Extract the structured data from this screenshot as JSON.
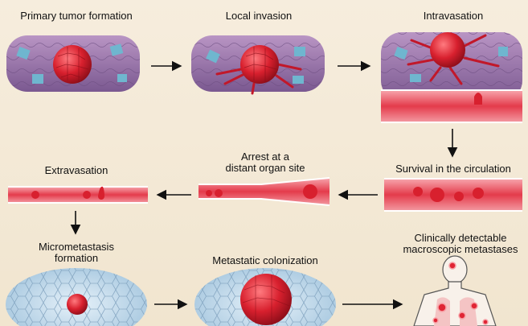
{
  "steps": {
    "primary_tumor_formation": "Primary tumor formation",
    "local_invasion": "Local invasion",
    "intravasation": "Intravasation",
    "survival_in_circulation": "Survival in the circulation",
    "arrest_line1": "Arrest at a",
    "arrest_line2": "distant organ site",
    "extravasation": "Extravasation",
    "micrometastasis_line1": "Micrometastasis",
    "micrometastasis_line2": "formation",
    "metastatic_colonization": "Metastatic colonization",
    "clinical_line1": "Clinically detectable",
    "clinical_line2": "macroscopic metastases"
  },
  "colors": {
    "tumor": "#d8202e",
    "tissue": "#8f6aa0",
    "vessel": "#e8404f",
    "cyst": "#6fb6cf",
    "micro_tissue": "#b9d3e6"
  }
}
